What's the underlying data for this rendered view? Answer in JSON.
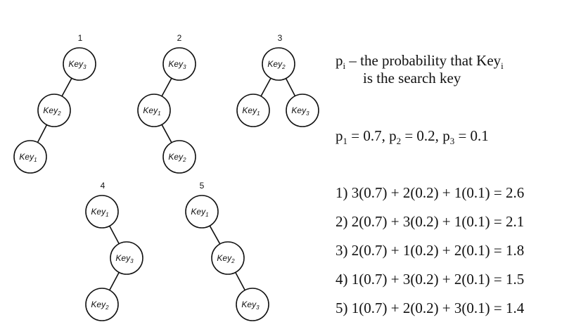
{
  "trees": [
    {
      "label": "1",
      "nodes": [
        {
          "id": "a",
          "key": "Key",
          "sub": "3"
        },
        {
          "id": "b",
          "key": "Key",
          "sub": "2"
        },
        {
          "id": "c",
          "key": "Key",
          "sub": "1"
        }
      ],
      "edges": [
        [
          "a",
          "b"
        ],
        [
          "b",
          "c"
        ]
      ]
    },
    {
      "label": "2",
      "nodes": [
        {
          "id": "a",
          "key": "Key",
          "sub": "3"
        },
        {
          "id": "b",
          "key": "Key",
          "sub": "1"
        },
        {
          "id": "c",
          "key": "Key",
          "sub": "2"
        }
      ],
      "edges": [
        [
          "a",
          "b"
        ],
        [
          "b",
          "c"
        ]
      ]
    },
    {
      "label": "3",
      "nodes": [
        {
          "id": "a",
          "key": "Key",
          "sub": "2"
        },
        {
          "id": "b",
          "key": "Key",
          "sub": "1"
        },
        {
          "id": "c",
          "key": "Key",
          "sub": "3"
        }
      ],
      "edges": [
        [
          "a",
          "b"
        ],
        [
          "a",
          "c"
        ]
      ]
    },
    {
      "label": "4",
      "nodes": [
        {
          "id": "a",
          "key": "Key",
          "sub": "1"
        },
        {
          "id": "b",
          "key": "Key",
          "sub": "3"
        },
        {
          "id": "c",
          "key": "Key",
          "sub": "2"
        }
      ],
      "edges": [
        [
          "a",
          "b"
        ],
        [
          "b",
          "c"
        ]
      ]
    },
    {
      "label": "5",
      "nodes": [
        {
          "id": "a",
          "key": "Key",
          "sub": "1"
        },
        {
          "id": "b",
          "key": "Key",
          "sub": "2"
        },
        {
          "id": "c",
          "key": "Key",
          "sub": "3"
        }
      ],
      "edges": [
        [
          "a",
          "b"
        ],
        [
          "b",
          "c"
        ]
      ]
    }
  ],
  "definition": {
    "p": "p",
    "p_sub": "i",
    "dash_text": " – the probability that Key",
    "key_sub": "i",
    "line2": "is the search key"
  },
  "probabilities": {
    "p1": "p",
    "p1_sub": "1",
    "p1_val": " = 0.7, ",
    "p2": "p",
    "p2_sub": "2",
    "p2_val": " = 0.2, ",
    "p3": "p",
    "p3_sub": "3",
    "p3_val": " = 0.1"
  },
  "equations": [
    "1) 3(0.7) + 2(0.2) + 1(0.1) = 2.6",
    "2) 2(0.7) + 3(0.2) + 1(0.1) = 2.1",
    "3) 2(0.7) + 1(0.2) + 2(0.1) = 1.8",
    "4) 1(0.7) + 3(0.2) + 2(0.1) = 1.5",
    "5) 1(0.7) + 2(0.2) + 3(0.1) = 1.4"
  ]
}
